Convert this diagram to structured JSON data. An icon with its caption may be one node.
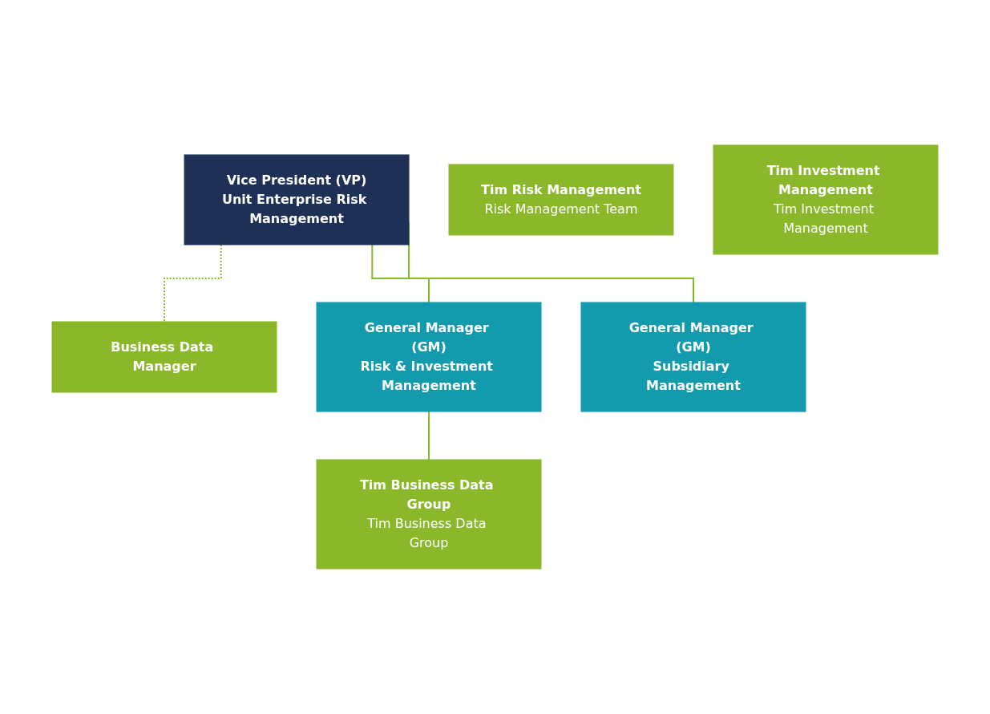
{
  "diagram": {
    "nodes": [
      {
        "text": [
          "Vice President (VP)",
          "Unit Enterprise Risk Management"
        ]
      },
      {
        "text": [
          "Business Data Manager"
        ]
      },
      {
        "text": [
          "General Manager (GM)",
          "Risk & Investment Management"
        ]
      },
      {
        "text": [
          "General Manager (GM)",
          "Subsidiary Management"
        ]
      },
      {
        "text": [
          "Tim Risk Management",
          "Risk Management Team"
        ]
      },
      {
        "text": [
          "Tim Investment Management",
          "Tim Investment Management"
        ]
      },
      {
        "text": [
          "Tim Business Data Group",
          "Tim Business Data Group"
        ]
      }
    ],
    "edges": [
      {
        "from": 0,
        "to": 1,
        "arrow": "none",
        "style": "dashed"
      },
      {
        "from": 0,
        "to": 2,
        "arrow": "none"
      },
      {
        "from": 0,
        "to": 3,
        "arrow": "none"
      },
      {
        "from": 2,
        "to": 6,
        "arrow": "none"
      }
    ]
  }
}
